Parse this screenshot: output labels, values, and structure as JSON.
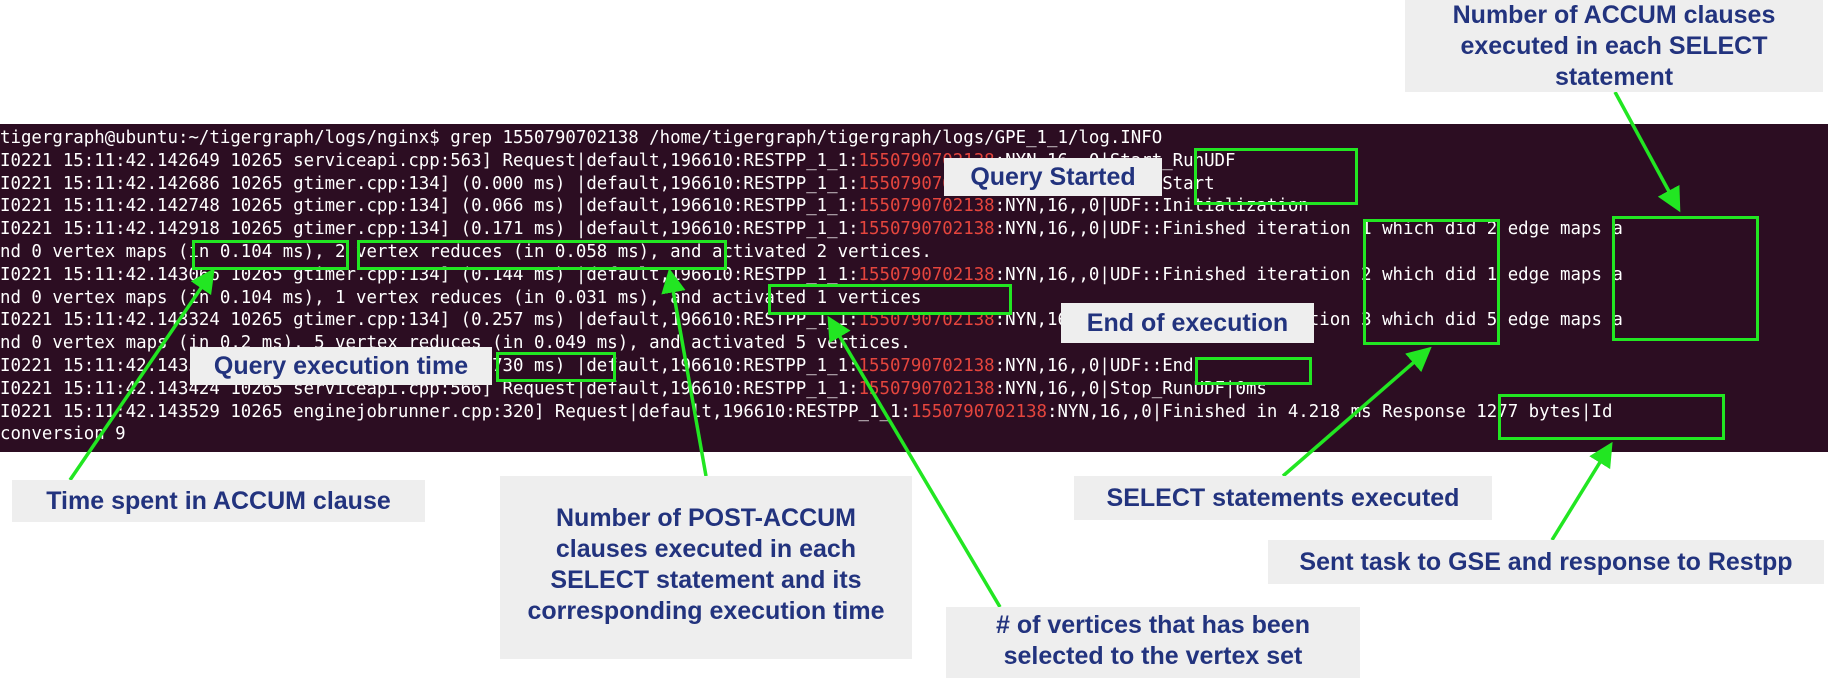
{
  "terminal": {
    "lines": [
      {
        "pre": "tigergraph@ubuntu:~/tigergraph/logs/nginx$ grep 1550790702138 /home/tigergraph/tigergraph/logs/GPE_1_1/log.INFO",
        "id": "",
        "post": ""
      },
      {
        "pre": "I0221 15:11:42.142649 10265 serviceapi.cpp:563] Request|default,196610:RESTPP_1_1:",
        "id": "1550790702138",
        "post": ":NYN,16,,0|Start_RunUDF"
      },
      {
        "pre": "I0221 15:11:42.142686 10265 gtimer.cpp:134] (0.000 ms) |default,196610:RESTPP_1_1:",
        "id": "1550790702138",
        "post": ":NYN,16,,0|UDF::Start"
      },
      {
        "pre": "I0221 15:11:42.142748 10265 gtimer.cpp:134] (0.066 ms) |default,196610:RESTPP_1_1:",
        "id": "1550790702138",
        "post": ":NYN,16,,0|UDF::Initialization"
      },
      {
        "pre": "I0221 15:11:42.142918 10265 gtimer.cpp:134] (0.171 ms) |default,196610:RESTPP_1_1:",
        "id": "1550790702138",
        "post": ":NYN,16,,0|UDF::Finished iteration 1 which did 2 edge maps a"
      },
      {
        "pre": "nd 0 vertex maps (in 0.104 ms), 2 vertex reduces (in 0.058 ms), and activated 2 vertices.",
        "id": "",
        "post": ""
      },
      {
        "pre": "I0221 15:11:42.143066 10265 gtimer.cpp:134] (0.144 ms) |default,196610:RESTPP_1_1:",
        "id": "1550790702138",
        "post": ":NYN,16,,0|UDF::Finished iteration 2 which did 1 edge maps a"
      },
      {
        "pre": "nd 0 vertex maps (in 0.104 ms), 1 vertex reduces (in 0.031 ms), and activated 1 vertices",
        "id": "",
        "post": ""
      },
      {
        "pre": "I0221 15:11:42.143324 10265 gtimer.cpp:134] (0.257 ms) |default,196610:RESTPP_1_1:",
        "id": "1550790702138",
        "post": ":NYN,16,,0|UDF::Finished iteration 3 which did 5 edge maps a"
      },
      {
        "pre": "nd 0 vertex maps (in 0.2 ms), 5 vertex reduces (in 0.049 ms), and activated 5 vertices.",
        "id": "",
        "post": ""
      },
      {
        "pre": "I0221 15:11:42.143385 10265 gtimer.cpp:134] (0.730 ms) |default,196610:RESTPP_1_1:",
        "id": "1550790702138",
        "post": ":NYN,16,,0|UDF::End"
      },
      {
        "pre": "I0221 15:11:42.143424 10265 serviceapi.cpp:566] Request|default,196610:RESTPP_1_1:",
        "id": "1550790702138",
        "post": ":NYN,16,,0|Stop_RunUDF|0ms"
      },
      {
        "pre": "I0221 15:11:42.143529 10265 enginejobrunner.cpp:320] Request|default,196610:RESTPP_1_1:",
        "id": "1550790702138",
        "post": ":NYN,16,,0|Finished in 4.218 ms Response 1277 bytes|Id"
      },
      {
        "pre": "conversion 9",
        "id": "",
        "post": ""
      }
    ]
  },
  "callouts": {
    "accum_count": "Number of ACCUM clauses executed in each SELECT statement",
    "query_started": "Query Started",
    "end_of_execution": "End of execution",
    "query_execution_time": "Query execution time",
    "time_accum": "Time spent in ACCUM clause",
    "post_accum": "Number of POST-ACCUM clauses executed in each SELECT statement and its corresponding execution time",
    "vertices_selected": "# of vertices that has been selected to the vertex set",
    "select_statements": "SELECT statements executed",
    "sent_task": "Sent task to GSE and response to Restpp"
  },
  "colors": {
    "terminal_bg": "#2c0d22",
    "query_id": "#e5453d",
    "highlight": "#22e622",
    "callout_bg": "#eeeeee",
    "callout_text": "#22337e"
  }
}
